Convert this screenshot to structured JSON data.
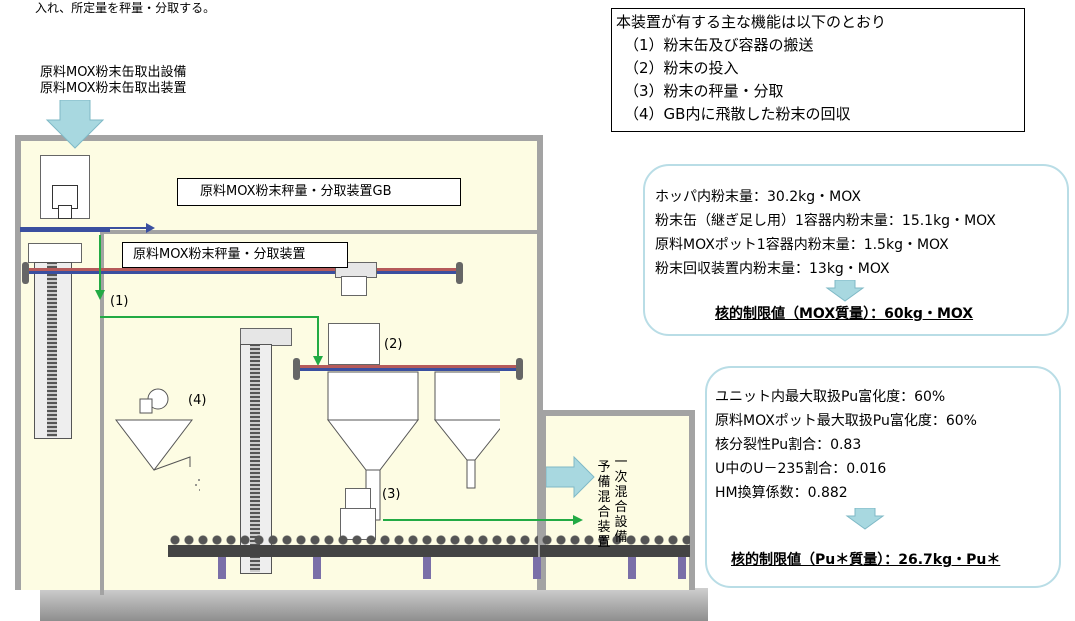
{
  "top_note": "入れ、所定量を秤量・分取する。",
  "supply_label_1": "原料MOX粉末缶取出設備",
  "supply_label_2": "原料MOX粉末缶取出装置",
  "gb_label": "原料MOX粉末秤量・分取装置GB",
  "device_label": "原料MOX粉末秤量・分取装置",
  "markers": {
    "m1": "(1)",
    "m2": "(2)",
    "m3": "(3)",
    "m4": "(4)"
  },
  "function_box": {
    "title": "本装置が有する主な機能は以下のとおり",
    "items": [
      "（1）粉末缶及び容器の搬送",
      "（2）粉末の投入",
      "（3）粉末の秤量・分取",
      "（4）GB内に飛散した粉末の回収"
    ]
  },
  "mox_panel": {
    "lines": [
      "ホッパ内粉末量：30.2kg・MOX",
      "粉末缶（継ぎ足し用）1容器内粉末量：15.1kg・MOX",
      "原料MOXポット1容器内粉末量：1.5kg・MOX",
      "粉末回収装置内粉末量：13kg・MOX"
    ],
    "result": "核的制限値（MOX質量）：60kg・MOX"
  },
  "pu_panel": {
    "lines": [
      "ユニット内最大取扱Pu富化度：60%",
      "原料MOXポット最大取扱Pu富化度：60%",
      "核分裂性Pu割合：0.83",
      "U中のU－235割合：0.016",
      "HM換算係数：0.882"
    ],
    "result": "核的制限値（Pu＊質量）：26.7kg・Pu＊"
  },
  "right_labels": {
    "col1": "予備混合装置",
    "col2": "一次混合設備"
  },
  "colors": {
    "room": "#fdfce3",
    "wall": "#a3a3a3",
    "rail_red": "#b55a5a",
    "rail_blue": "#3a4fa0",
    "flow_green": "#22aa44",
    "arrow_cyan": "#a8d8e0",
    "panel_border": "#b9dde6"
  }
}
